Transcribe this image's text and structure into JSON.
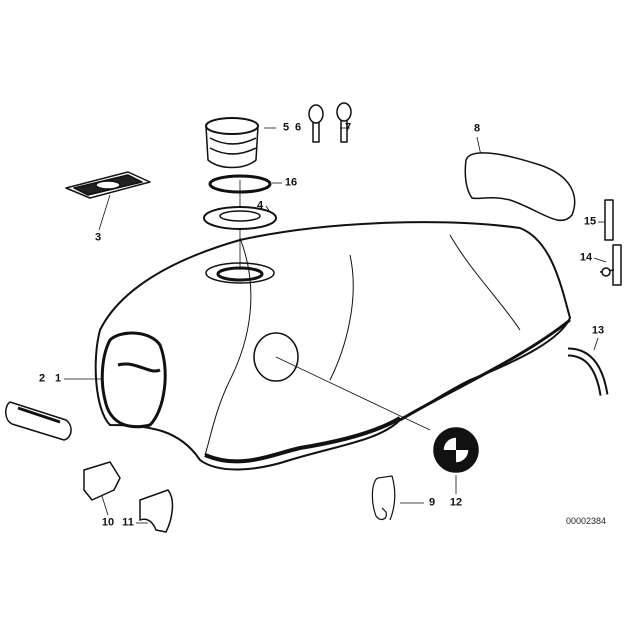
{
  "callouts": {
    "c1": "1",
    "c2": "2",
    "c3": "3",
    "c4": "4",
    "c5": "5",
    "c6": "6",
    "c7": "7",
    "c8": "8",
    "c9": "9",
    "c10": "10",
    "c11": "11",
    "c12": "12",
    "c13": "13",
    "c14": "14",
    "c15": "15",
    "c16": "16"
  },
  "reference_number": "00002384"
}
